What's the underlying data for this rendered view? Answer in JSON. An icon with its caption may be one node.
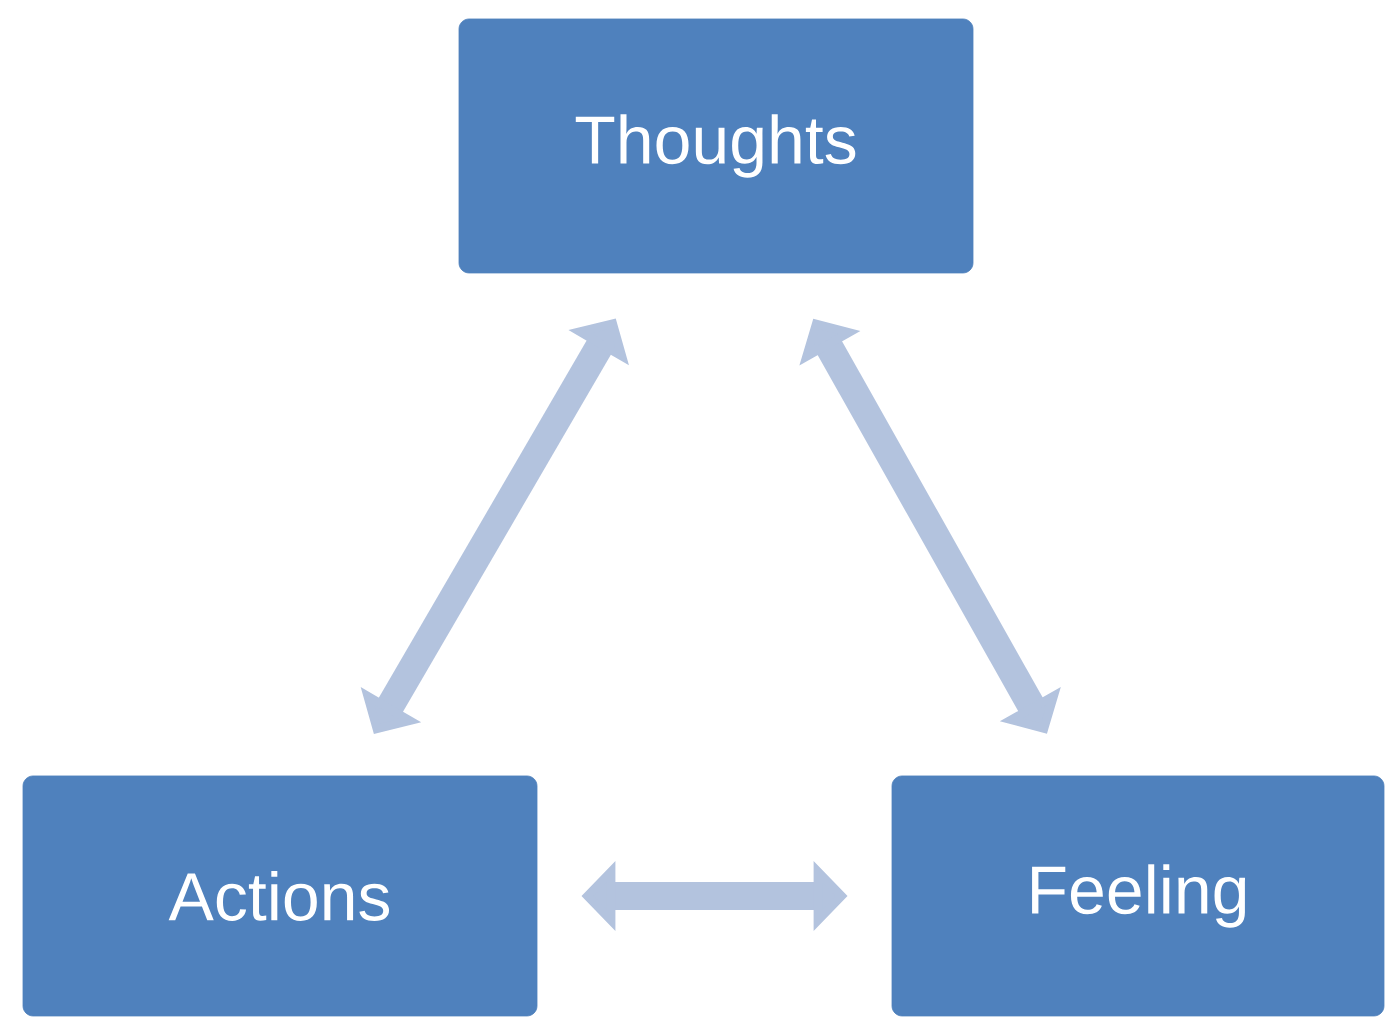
{
  "diagram": {
    "nodes": [
      {
        "text": [
          "Thoughts"
        ]
      },
      {
        "text": [
          "Actions"
        ]
      },
      {
        "text": [
          "Feeling"
        ]
      }
    ],
    "edges": [
      {
        "from": 0,
        "to": 1,
        "arrow": "both"
      },
      {
        "from": 0,
        "to": 2,
        "arrow": "both"
      },
      {
        "from": 1,
        "to": 2,
        "arrow": "both"
      }
    ]
  }
}
